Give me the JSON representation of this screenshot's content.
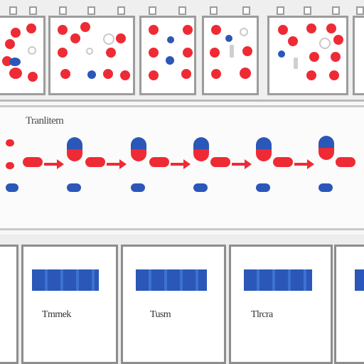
{
  "reaction": {
    "title": "Tranlitem"
  },
  "cards": [
    {
      "label": ""
    },
    {
      "label": "Tmrnek"
    },
    {
      "label": "Tusm"
    },
    {
      "label": "Tlrcra"
    },
    {
      "label": ""
    }
  ],
  "colors": {
    "red": "#ee2b34",
    "blue": "#2a57b8",
    "panel_border": "#9c9c9c",
    "background": "#f7f7f6"
  }
}
